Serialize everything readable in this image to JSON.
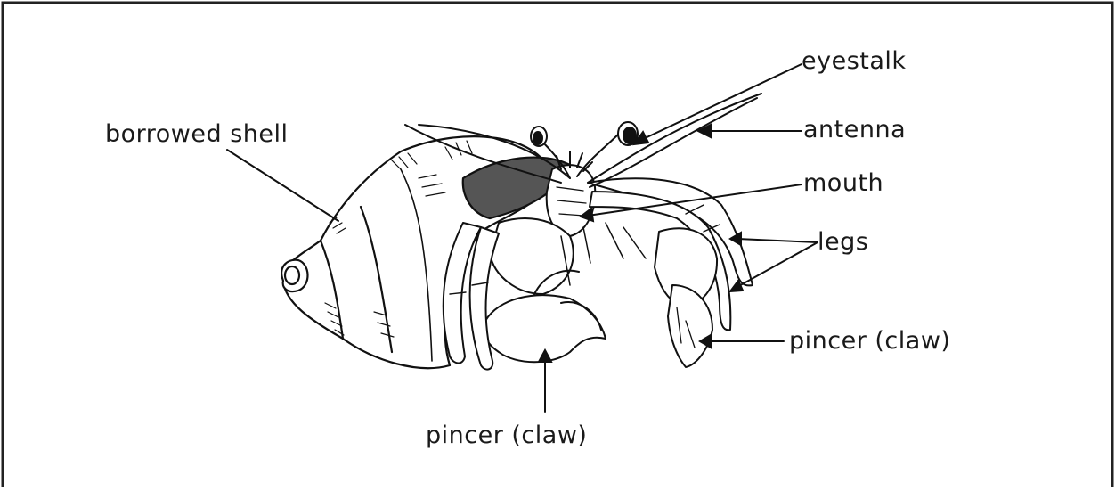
{
  "labels": {
    "eyestalk": "eyestalk",
    "antenna": "antenna",
    "borrowed_shell": "borrowed shell",
    "mouth": "mouth",
    "legs": "legs",
    "pincer_right": "pincer (claw)",
    "pincer_bottom": "pincer (claw)"
  }
}
